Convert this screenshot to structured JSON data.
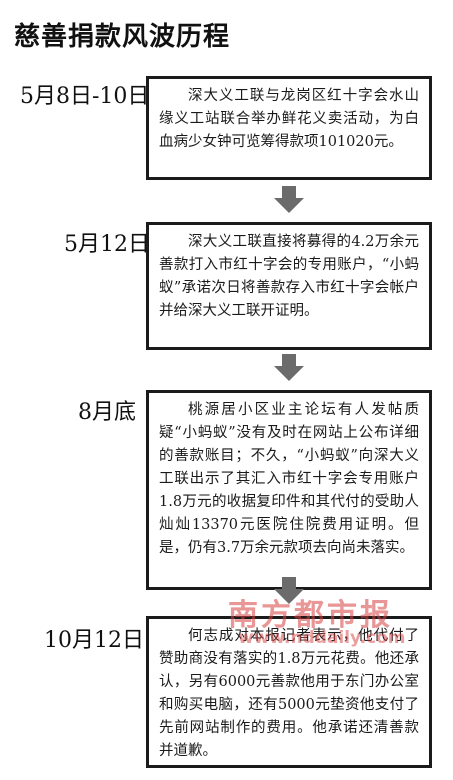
{
  "title": "慈善捐款风波历程",
  "events": [
    {
      "date": "5月8日-10日",
      "text": "深大义工联与龙岗区红十字会水山缘义工站联合举办鲜花义卖活动，为白血病少女钟可览筹得款项101020元。"
    },
    {
      "date": "5月12日",
      "text": "深大义工联直接将募得的4.2万余元善款打入市红十字会的专用账户，“小蚂蚁”承诺次日将善款存入市红十字会帐户并给深大义工联开证明。"
    },
    {
      "date": "8月底",
      "text": "桃源居小区业主论坛有人发帖质疑“小蚂蚁”没有及时在网站上公布详细的善款账目；不久，“小蚂蚁”向深大义工联出示了其汇入市红十字会专用账户1.8万元的收据复印件和其代付的受助人灿灿13370元医院住院费用证明。但是，仍有3.7万余元款项去向尚未落实。"
    },
    {
      "date": "10月12日",
      "text": "何志成对本报记者表示，他代付了赞助商没有落实的1.8万元花费。他还承认，另有6000元善款他用于东门办公室和购买电脑，还有5000元垫资他支付了先前网站制作的费用。他承诺还清善款并道歉。"
    }
  ],
  "watermark": {
    "name": "南方都市报",
    "url": "www.nddaily.com"
  },
  "colors": {
    "arrow": "#6b6b6b",
    "border": "#1b1b1b",
    "watermark": "#d64040"
  }
}
